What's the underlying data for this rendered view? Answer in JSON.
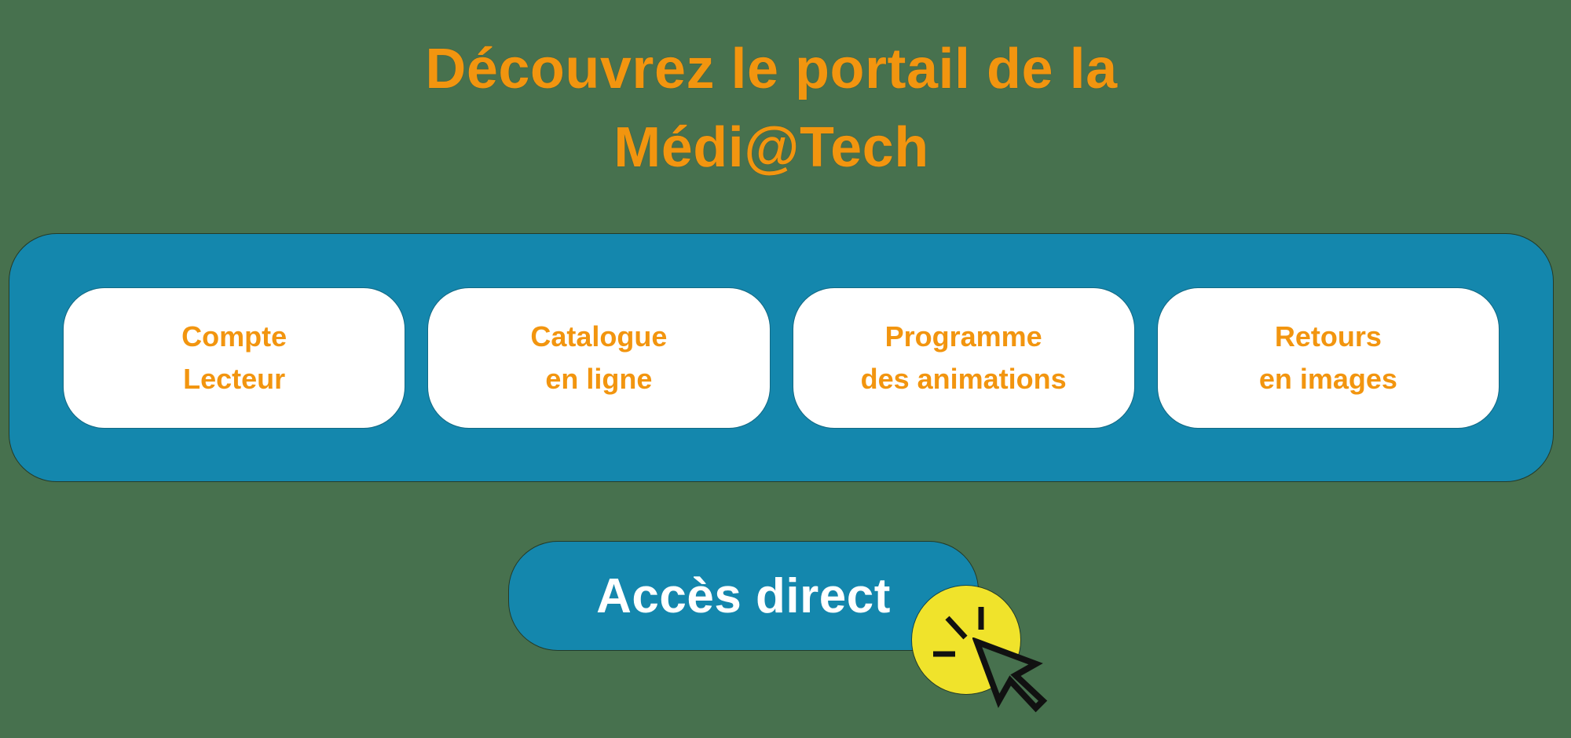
{
  "colors": {
    "background": "#47714E",
    "blue": "#1487AD",
    "orange": "#F2950F",
    "yellow": "#F0E32B",
    "white": "#FFFFFF"
  },
  "title": {
    "line1": "Découvrez le portail de la",
    "line2": "Médi@Tech"
  },
  "features": {
    "cards": [
      {
        "line1": "Compte",
        "line2": "Lecteur"
      },
      {
        "line1": "Catalogue",
        "line2": "en ligne"
      },
      {
        "line1": "Programme",
        "line2": "des animations"
      },
      {
        "line1": "Retours",
        "line2": "en images"
      }
    ]
  },
  "cta": {
    "label": "Accès direct",
    "icon": "click-cursor-icon"
  }
}
